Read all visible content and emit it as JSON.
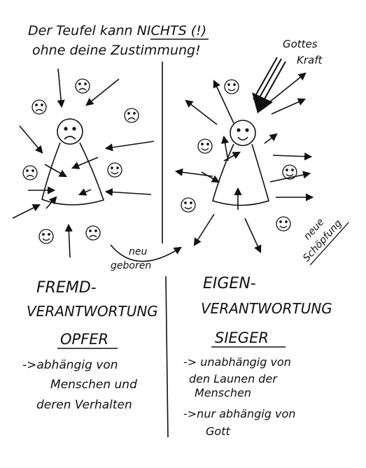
{
  "header": {
    "line1_pre": "Der Teufel kann ",
    "line1_caps": "NICHTS",
    "line1_post": " (!)",
    "line2": "ohne deine Zustimmung!"
  },
  "gottes_kraft": [
    "Gottes",
    "Kraft"
  ],
  "neu_geboren": [
    "neu",
    "geboren"
  ],
  "neue_schoepfung": [
    "neue",
    "Schöpfung"
  ],
  "left": {
    "title1": "FREMD-",
    "title2": "VERANTWORTUNG",
    "label": "OPFER",
    "bullet": [
      "->abhängig von",
      "Menschen und",
      "deren Verhalten"
    ]
  },
  "right": {
    "title1": "EIGEN-",
    "title2": "VERANTWORTUNG",
    "label": "SIEGER",
    "bullet1": [
      "-> unabhängig von",
      "den Launen der",
      "Menschen"
    ],
    "bullet2": [
      "->nur abhängig von",
      "Gott"
    ]
  },
  "colors": {
    "ink": "#111111",
    "background": "#ffffff"
  }
}
